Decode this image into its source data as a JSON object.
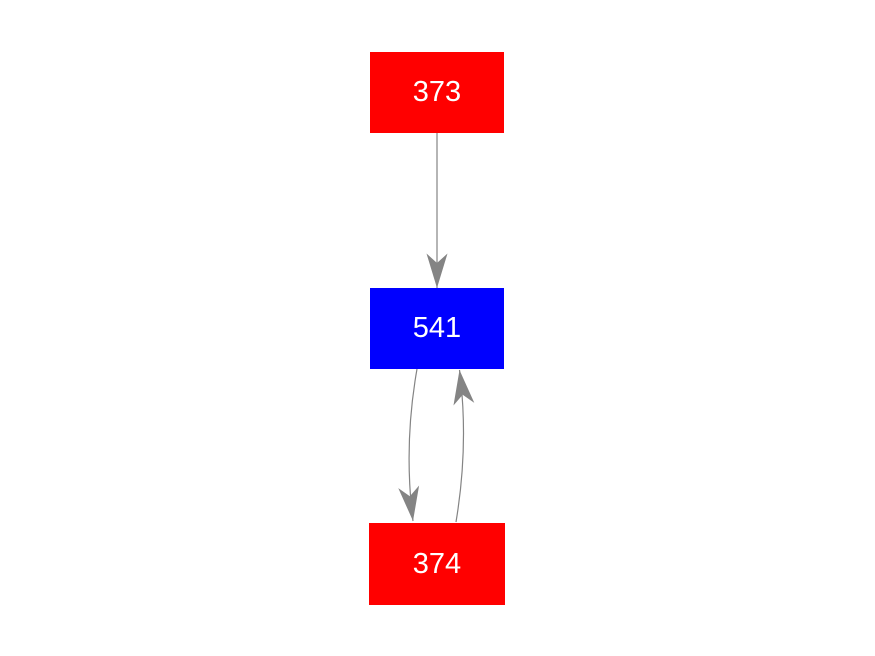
{
  "page": {
    "background": "#ffffff"
  },
  "graph": {
    "type": "directed-graph",
    "edge_color": "#848484",
    "nodes": [
      {
        "id": "373",
        "label": "373",
        "color": "#ff0000",
        "text_color": "#ffffff",
        "shape": "box"
      },
      {
        "id": "541",
        "label": "541",
        "color": "#0000ff",
        "text_color": "#ffffff",
        "shape": "box"
      },
      {
        "id": "374",
        "label": "374",
        "color": "#ff0000",
        "text_color": "#ffffff",
        "shape": "box"
      }
    ],
    "edges": [
      {
        "from": "373",
        "to": "541",
        "style": "straight"
      },
      {
        "from": "541",
        "to": "374",
        "style": "curved-left"
      },
      {
        "from": "374",
        "to": "541",
        "style": "curved-right"
      }
    ]
  }
}
